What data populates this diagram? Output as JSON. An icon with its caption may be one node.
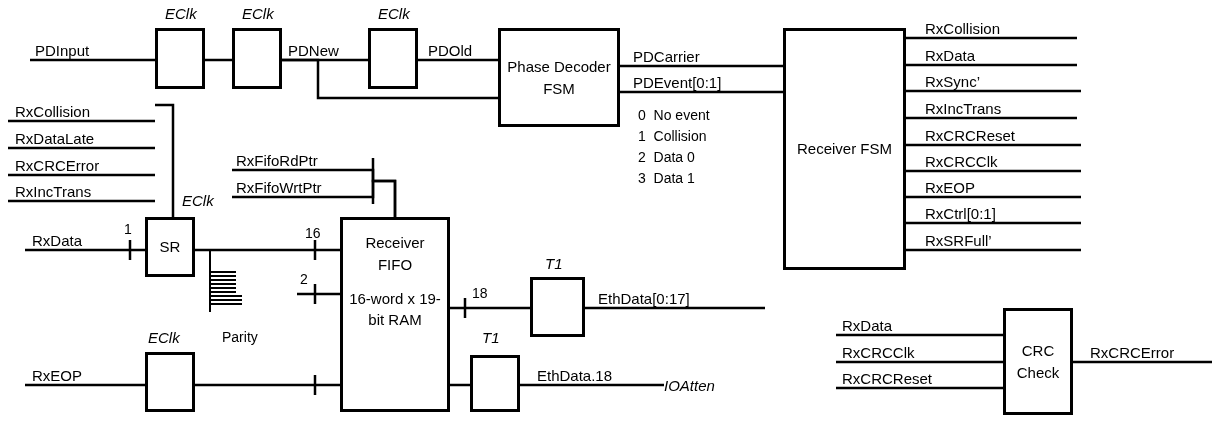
{
  "diagram": {
    "nodes": [
      {
        "text": [],
        "shape": "box",
        "beside": [
          "EClk"
        ]
      },
      {
        "text": [],
        "shape": "box",
        "beside": [
          "EClk"
        ]
      },
      {
        "text": [],
        "shape": "box",
        "beside": [
          "EClk"
        ]
      },
      {
        "text": [
          "Phase Decoder FSM"
        ]
      },
      {
        "text": [
          "Receiver FSM"
        ]
      },
      {
        "text": [
          "SR"
        ],
        "beside": [
          "EClk"
        ]
      },
      {
        "text": [
          "Receiver FIFO",
          "16-word x 19-bit RAM"
        ]
      },
      {
        "text": [],
        "shape": "box",
        "beside": [
          "T1"
        ]
      },
      {
        "text": [],
        "shape": "box",
        "beside": [
          "T1"
        ]
      },
      {
        "text": [],
        "shape": "box",
        "beside": [
          "EClk"
        ]
      },
      {
        "text": [
          "CRC Check"
        ]
      },
      {
        "text": [
          "IOAtten"
        ]
      }
    ],
    "edges": [
      {
        "from": null,
        "to": 0,
        "arrow": "none",
        "label": "PDInput"
      },
      {
        "from": 0,
        "to": 1,
        "arrow": "none"
      },
      {
        "from": 1,
        "to": 2,
        "arrow": "none",
        "label": "PDNew"
      },
      {
        "from": 2,
        "to": 3,
        "arrow": "none",
        "label": "PDOld"
      },
      {
        "from": 1,
        "to": 3,
        "arrow": "none"
      },
      {
        "from": 3,
        "to": 4,
        "arrow": "none",
        "label": "PDCarrier"
      },
      {
        "from": 3,
        "to": 4,
        "arrow": "none",
        "label": "PDEvent[0:1]"
      },
      {
        "from": 4,
        "to": null,
        "arrow": "none",
        "label": "RxCollision"
      },
      {
        "from": 4,
        "to": null,
        "arrow": "none",
        "label": "RxData"
      },
      {
        "from": 4,
        "to": null,
        "arrow": "none",
        "label": "RxSync’"
      },
      {
        "from": 4,
        "to": null,
        "arrow": "none",
        "label": "RxIncTrans"
      },
      {
        "from": 4,
        "to": null,
        "arrow": "none",
        "label": "RxCRCReset"
      },
      {
        "from": 4,
        "to": null,
        "arrow": "none",
        "label": "RxCRCClk"
      },
      {
        "from": 4,
        "to": null,
        "arrow": "none",
        "label": "RxEOP"
      },
      {
        "from": 4,
        "to": null,
        "arrow": "none",
        "label": "RxCtrl[0:1]"
      },
      {
        "from": 4,
        "to": null,
        "arrow": "none",
        "label": "RxSRFull’"
      },
      {
        "from": null,
        "to": 6,
        "arrow": "none",
        "label": "RxFifoRdPtr"
      },
      {
        "from": null,
        "to": 6,
        "arrow": "none",
        "label": "RxFifoWrtPtr"
      },
      {
        "from": null,
        "to": 5,
        "arrow": "none",
        "label": "RxData"
      },
      {
        "from": 5,
        "to": 6,
        "arrow": "none"
      },
      {
        "from": null,
        "to": 9,
        "arrow": "none",
        "label": "RxEOP"
      },
      {
        "from": 9,
        "to": 6,
        "arrow": "none"
      },
      {
        "from": 6,
        "to": 7,
        "arrow": "none"
      },
      {
        "from": 6,
        "to": 8,
        "arrow": "none"
      },
      {
        "from": 7,
        "to": null,
        "arrow": "none",
        "label": "EthData[0:17]"
      },
      {
        "from": 8,
        "to": 11,
        "arrow": "none",
        "label": "EthData.18"
      },
      {
        "from": null,
        "to": 10,
        "arrow": "none",
        "label": "RxData"
      },
      {
        "from": null,
        "to": 10,
        "arrow": "none",
        "label": "RxCRCClk"
      },
      {
        "from": null,
        "to": 10,
        "arrow": "none",
        "label": "RxCRCReset"
      },
      {
        "from": 10,
        "to": null,
        "arrow": "none",
        "label": "RxCRCError"
      },
      {
        "from": null,
        "to": 5,
        "arrow": "none"
      }
    ],
    "labels": [
      "RxCollision",
      "RxDataLate",
      "RxCRCError",
      "RxIncTrans",
      "1",
      "16",
      "2",
      "Parity",
      "18",
      "0  No event",
      "1  Collision",
      "2  Data 0",
      "3  Data 1"
    ]
  }
}
